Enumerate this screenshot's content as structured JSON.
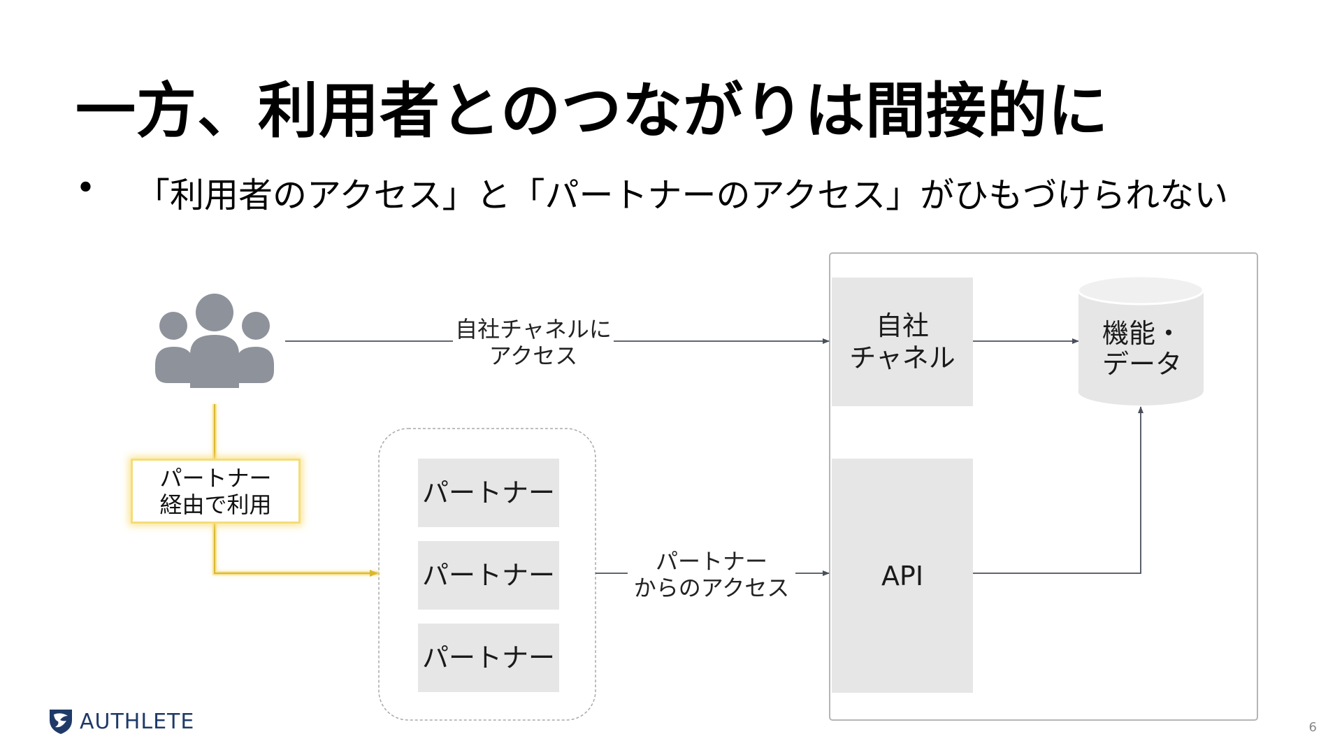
{
  "slide": {
    "title": "一方、利用者とのつながりは間接的に",
    "bullet_marker": "•",
    "bullet": "「利用者のアクセス」と「パートナーのアクセス」がひもづけられない",
    "page_number": "6"
  },
  "diagram": {
    "users_icon": "users-group-icon",
    "direct_access_label": [
      "自社チャネルに",
      "アクセス"
    ],
    "via_partner_label": [
      "パートナー",
      "経由で利用"
    ],
    "partners": [
      "パートナー",
      "パートナー",
      "パートナー"
    ],
    "partner_access_label": [
      "パートナー",
      "からのアクセス"
    ],
    "own_channel": [
      "自社",
      "チャネル"
    ],
    "api": "API",
    "data_store": [
      "機能・",
      "データ"
    ]
  },
  "logo": {
    "text": "AUTHLETE",
    "icon": "authlete-shield-icon"
  },
  "colors": {
    "icon_gray": "#8e929b",
    "arrow": "#4a4f5a",
    "box_fill": "#e6e6e6",
    "highlight": "#f5dc78",
    "brand": "#1f3a68"
  }
}
